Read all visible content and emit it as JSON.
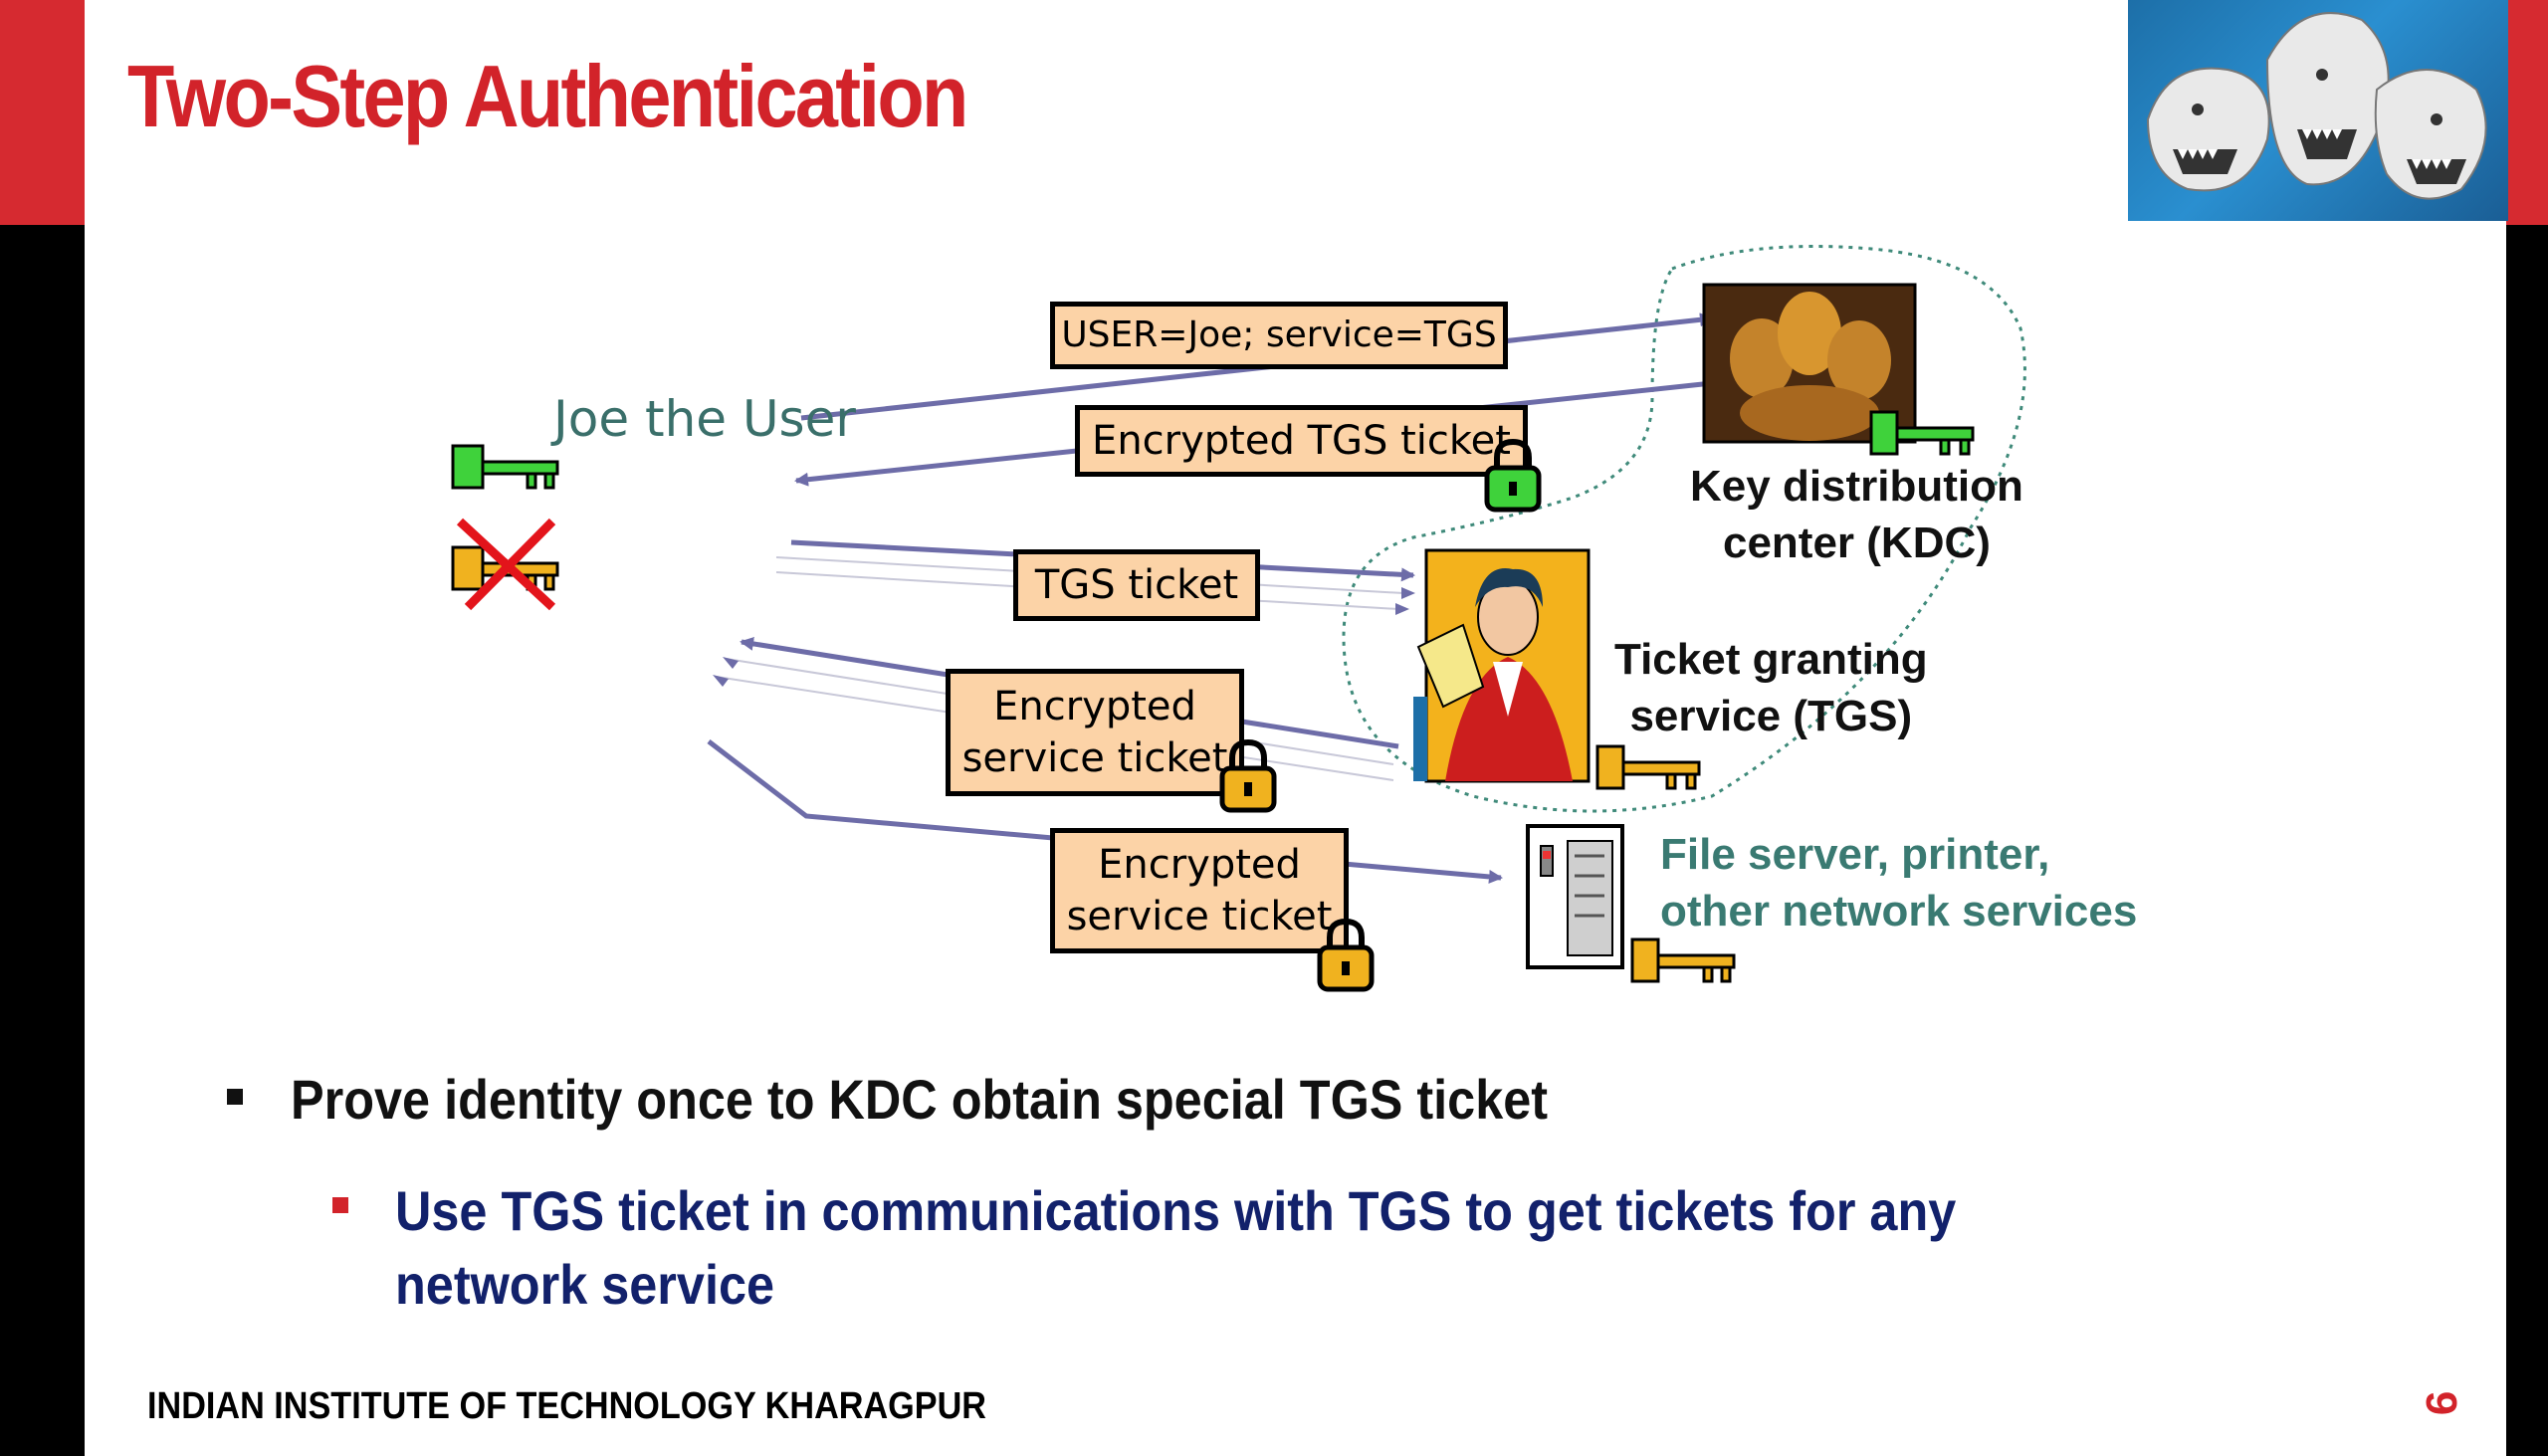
{
  "slide": {
    "title": "Two-Step Authentication",
    "footer": "INDIAN INSTITUTE OF TECHNOLOGY KHARAGPUR",
    "page_number": "9"
  },
  "diagram": {
    "user_label": "Joe the User",
    "kdc_label_line1": "Key distribution",
    "kdc_label_line2": "center (KDC)",
    "tgs_label_line1": "Ticket granting",
    "tgs_label_line2": "service (TGS)",
    "services_line1": "File server, printer,",
    "services_line2": "other network services",
    "messages": {
      "request": "USER=Joe; service=TGS",
      "encrypted_tgs_ticket": "Encrypted TGS ticket",
      "tgs_ticket": "TGS ticket",
      "encrypted_service_ticket_line1": "Encrypted",
      "encrypted_service_ticket_line2": "service ticket"
    }
  },
  "bullets": {
    "level1": "Prove identity once to KDC obtain special TGS ticket",
    "level2": "Use TGS ticket in communications with TGS to get tickets for any network service"
  },
  "colors": {
    "brand_red": "#d2232a",
    "box_fill": "#fcd3a7",
    "arrow": "#6d6ca8",
    "subbullet_text": "#12216b",
    "green_key": "#3fd23b",
    "gold_key": "#f0b21f"
  },
  "icons": [
    "key-icon",
    "lock-icon",
    "cerberus-image",
    "person-illustration",
    "server-icon",
    "cross-icon"
  ]
}
